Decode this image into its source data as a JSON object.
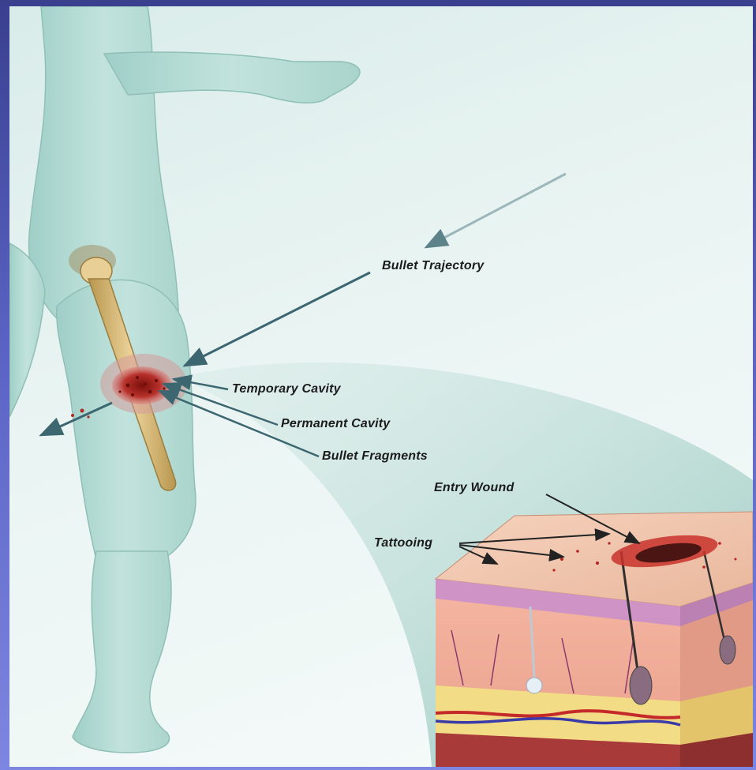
{
  "labels": {
    "bullet_trajectory": "Bullet Trajectory",
    "temporary_cavity": "Temporary Cavity",
    "permanent_cavity": "Permanent Cavity",
    "bullet_fragments": "Bullet Fragments",
    "entry_wound": "Entry Wound",
    "tattooing": "Tattooing"
  },
  "colors": {
    "frame": "#4f58b8",
    "background": "#e6f3f1",
    "body": "#b7dcd6",
    "magnified_zone": "#9ccbc2",
    "bone": "#d6b878",
    "wound": "#b0231f",
    "arrow": "#3c6670",
    "skin": "#f2c3a8"
  }
}
